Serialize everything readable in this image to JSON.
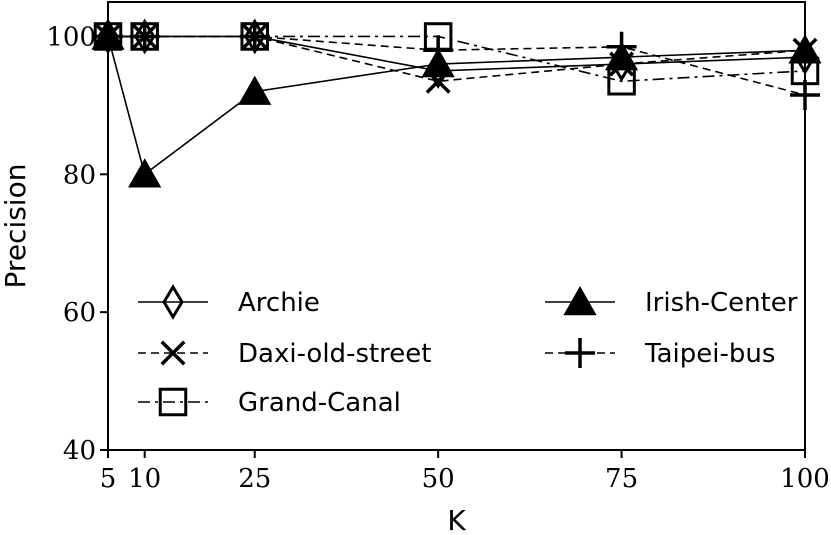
{
  "chart_data": {
    "type": "line",
    "xlabel": "K",
    "ylabel": "Precision",
    "x": [
      5,
      10,
      25,
      50,
      75,
      100
    ],
    "xticks": [
      5,
      10,
      25,
      50,
      75,
      100
    ],
    "xlim": [
      5,
      100
    ],
    "yticks": [
      40,
      60,
      80,
      100
    ],
    "ylim": [
      40,
      105
    ],
    "grid": false,
    "legend_position": "lower-center",
    "series": [
      {
        "name": "Archie",
        "marker": "diamond-open",
        "dash": "solid",
        "values": [
          100,
          100,
          100,
          95,
          96,
          97
        ]
      },
      {
        "name": "Daxi-old-street",
        "marker": "x",
        "dash": "dashed",
        "values": [
          100,
          100,
          100,
          93.5,
          96,
          98
        ]
      },
      {
        "name": "Grand-Canal",
        "marker": "square-open",
        "dash": "dashdot",
        "values": [
          100,
          100,
          100,
          100,
          93.5,
          95
        ]
      },
      {
        "name": "Irish-Center",
        "marker": "triangle-filled",
        "dash": "solid",
        "values": [
          100,
          80,
          92,
          96,
          97,
          98
        ]
      },
      {
        "name": "Taipei-bus",
        "marker": "plus",
        "dash": "dashed",
        "values": [
          100,
          100,
          100,
          98,
          98.5,
          91.5
        ]
      }
    ]
  }
}
